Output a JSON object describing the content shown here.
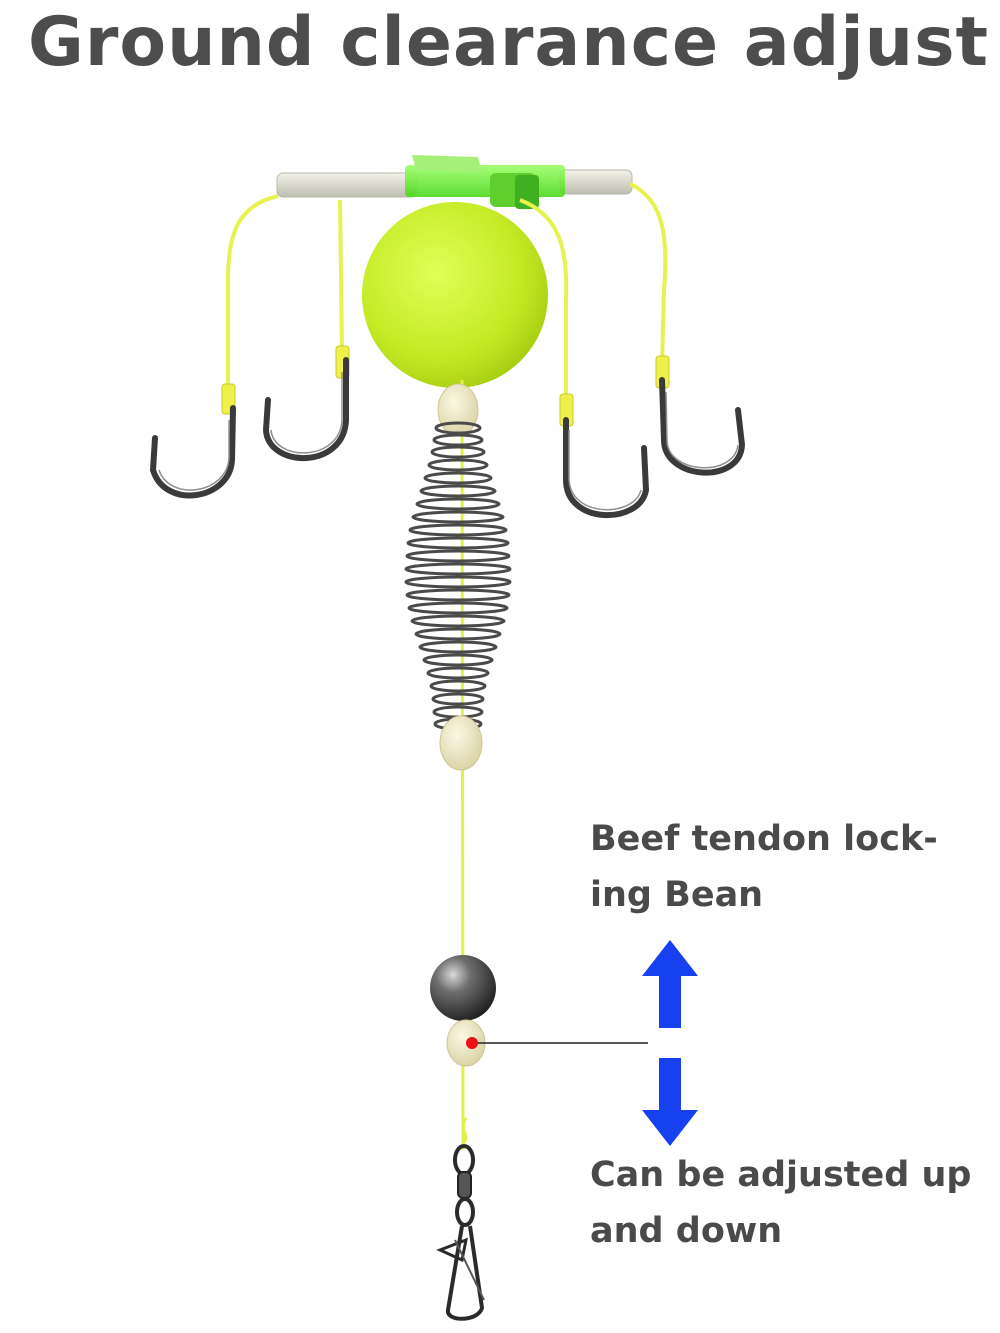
{
  "title": "Ground clearance adjust",
  "labels": {
    "locking_bean_line1": "Beef tendon lock-",
    "locking_bean_line2": "ing Bean",
    "adjust_line1": "Can be adjusted up",
    "adjust_line2": "and down"
  },
  "colors": {
    "title_text": "#4d4d4d",
    "float_ball": "#c8ee2a",
    "line": "#e2f04a",
    "arrow": "#1640f0",
    "marker_dot": "#ee1111",
    "hook_metal": "#3a3a3a",
    "bead": "#eee9c6"
  },
  "icons": {
    "up_arrow": "up-arrow-icon",
    "down_arrow": "down-arrow-icon"
  }
}
